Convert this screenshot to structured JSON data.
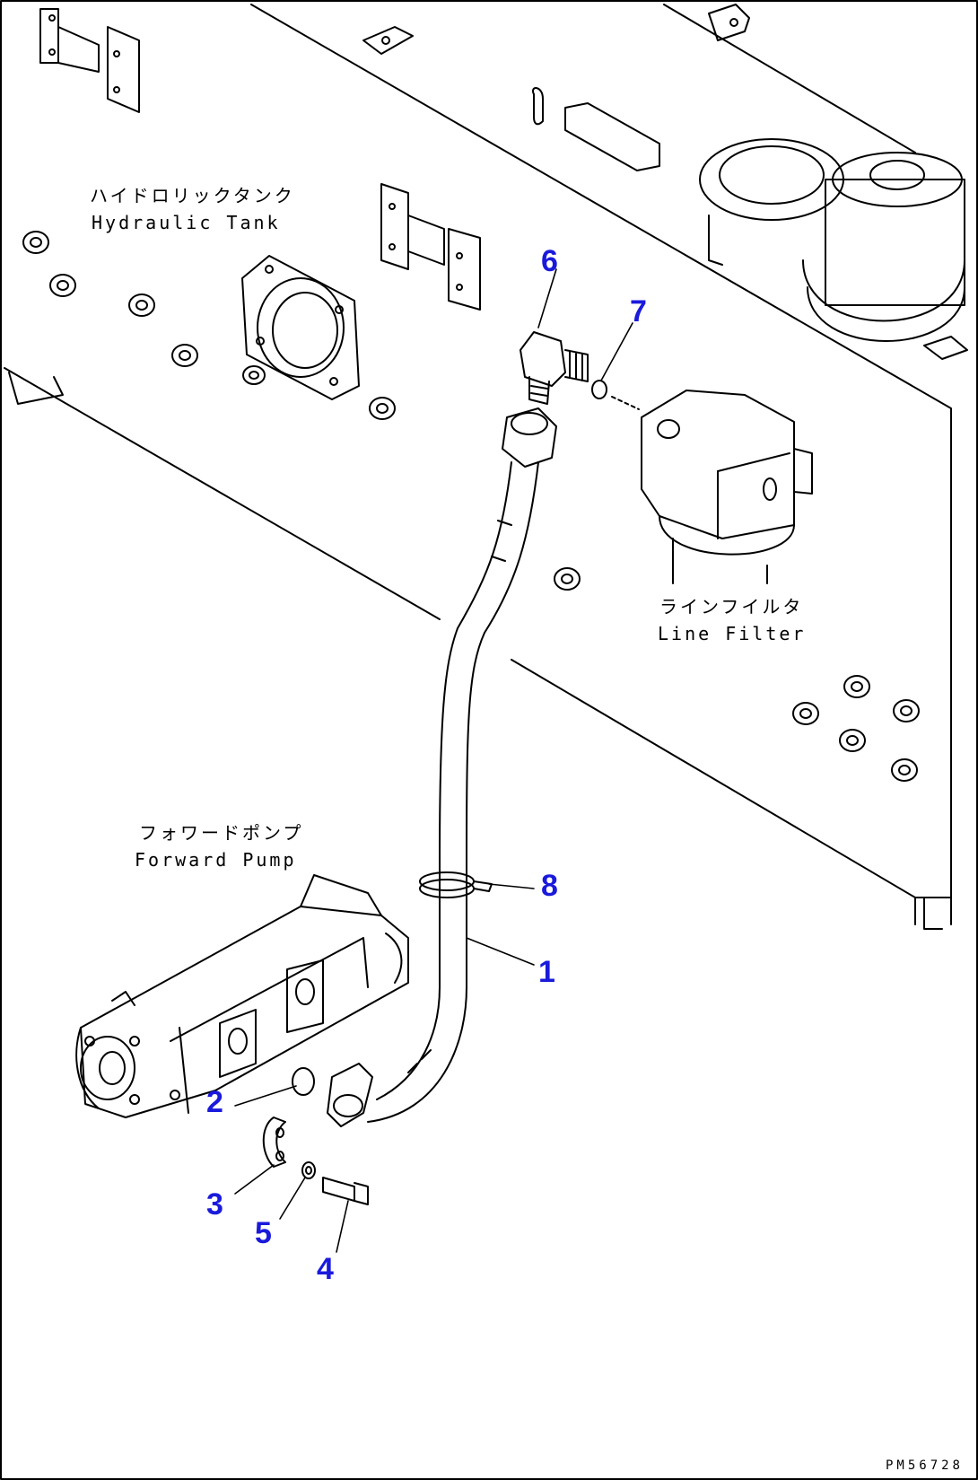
{
  "labels": {
    "hydraulic_tank_jp": "ハイドロリックタンク",
    "hydraulic_tank_en": "Hydraulic Tank",
    "line_filter_jp": "ラインフイルタ",
    "line_filter_en": "Line Filter",
    "forward_pump_jp": "フォワードポンプ",
    "forward_pump_en": "Forward Pump"
  },
  "callouts": [
    "1",
    "2",
    "3",
    "4",
    "5",
    "6",
    "7",
    "8"
  ],
  "drawing_code": "PM56728",
  "colors": {
    "callout": "#1a1adc",
    "line": "#000000",
    "background": "#ffffff"
  }
}
